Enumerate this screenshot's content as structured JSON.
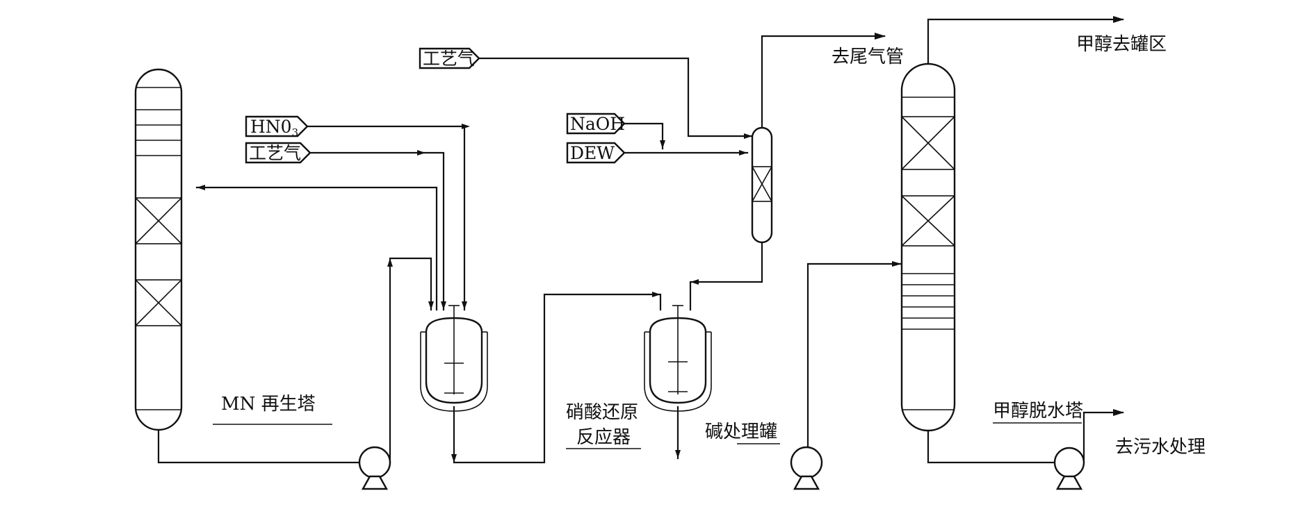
{
  "diagram": {
    "streams": {
      "hno3": "HN0",
      "hno3_subscript": "3",
      "process_gas_top": "工艺气",
      "process_gas_left": "工艺气",
      "naoh": "NaOH",
      "dew": "DEW"
    },
    "outputs": {
      "to_tail_gas": "去尾气管",
      "to_tank_area": "甲醇去罐区",
      "to_wastewater": "去污水处理"
    },
    "equipment": {
      "mn_regen_tower": "MN 再生塔",
      "nitric_reactor_line1": "硝酸还原",
      "nitric_reactor_line2": "反应器",
      "alkali_tank": "碱处理罐",
      "methanol_tower": "甲醇脱水塔"
    }
  }
}
